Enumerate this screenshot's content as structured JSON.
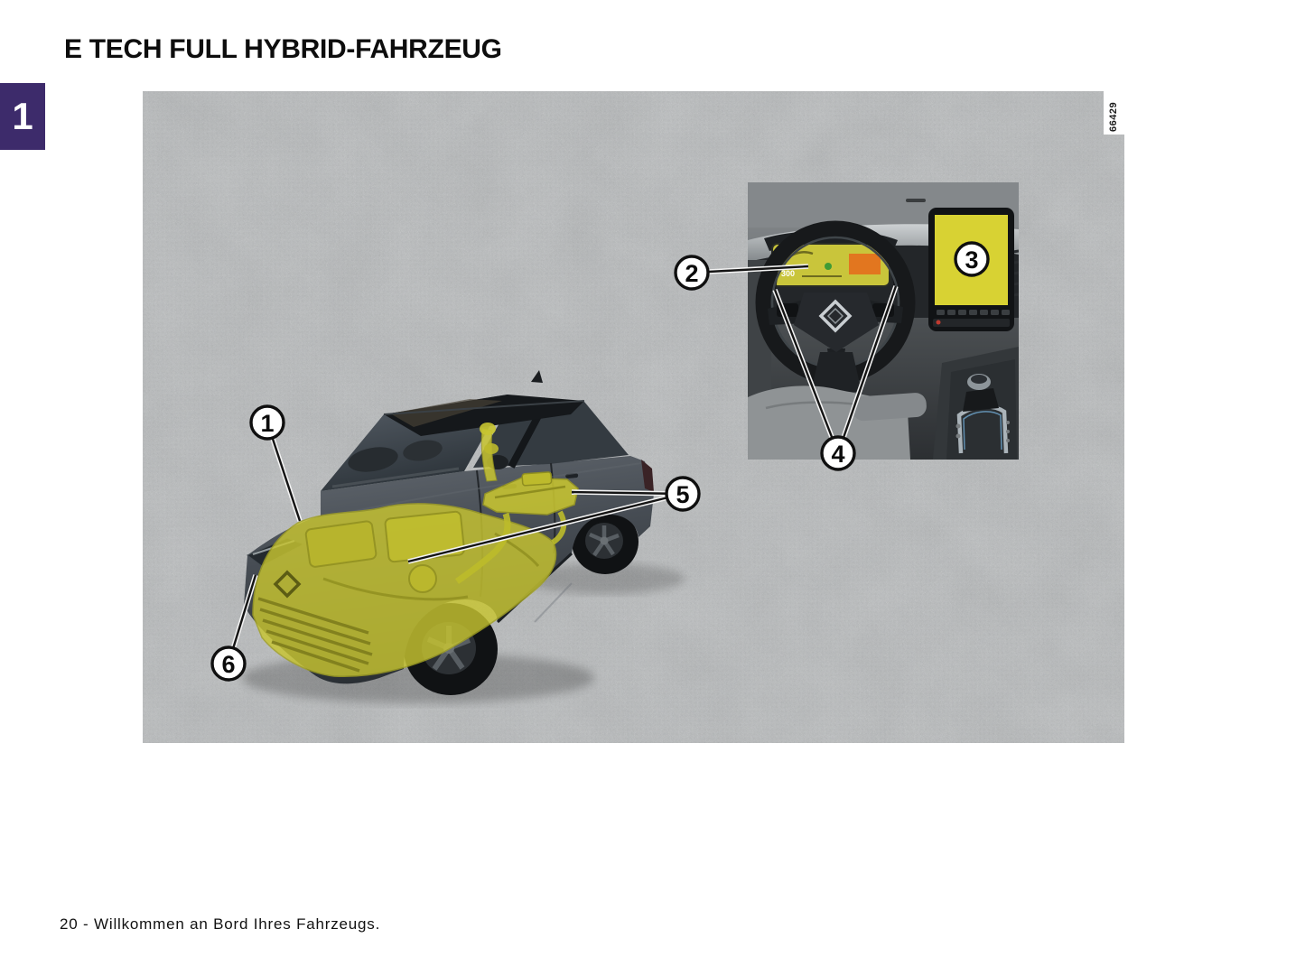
{
  "page": {
    "chapter_tab": "1",
    "title": "E TECH FULL HYBRID-FAHRZEUG",
    "footer": "20 - Willkommen an Bord Ihres Fahrzeugs."
  },
  "figure": {
    "image_id": "66429",
    "callouts": [
      "1",
      "2",
      "3",
      "4",
      "5",
      "6"
    ],
    "cluster_reading": "300"
  },
  "colors": {
    "chapter_tab_purple": "#3d2b6b",
    "highlight_yellow": "#c8c531",
    "touchscreen_yellow": "#d8d233",
    "cluster_yellow_green": "#c9c53b",
    "cluster_orange": "#e2761f",
    "concrete_gray": "#8e9295"
  }
}
